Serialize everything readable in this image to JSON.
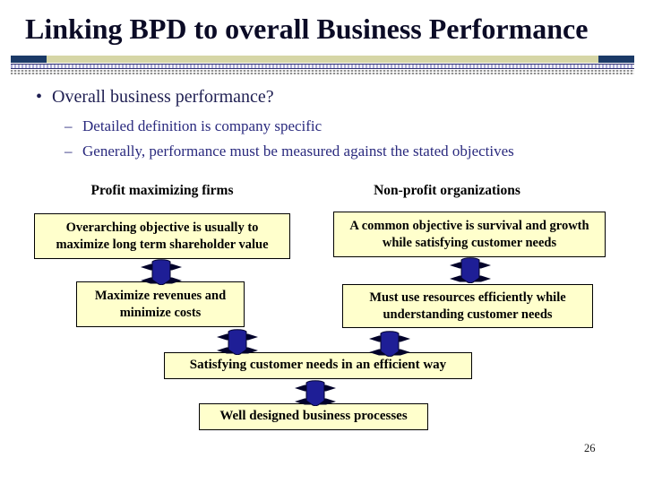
{
  "title": "Linking BPD to overall Business Performance",
  "bullets": {
    "marker_main": "•",
    "main": "Overall business performance?",
    "marker_sub": "–",
    "sub1": "Detailed definition is company specific",
    "sub2": "Generally, performance must be measured against the stated objectives"
  },
  "diagram": {
    "left_header": "Profit maximizing firms",
    "right_header": "Non-profit organizations",
    "left_box1": "Overarching objective is usually to maximize long term shareholder value",
    "right_box1": "A common objective is survival and growth while satisfying customer needs",
    "left_box2": "Maximize revenues and minimize costs",
    "right_box2": "Must use resources efficiently while understanding customer needs",
    "center_box": "Satisfying customer needs in an efficient way",
    "bottom_box": "Well designed business processes"
  },
  "footer": {
    "page_number": "26"
  },
  "colors": {
    "background": "#FFFFFF",
    "box_fill": "#FFFFCC",
    "box_border": "#000000",
    "arrow_fill": "#1E1E96",
    "arrow_dark": "#02022A",
    "tan_bar": "#D6D6A6",
    "navy_block": "#1B3A67",
    "stripe_purple": "#ABABD6",
    "stripe_gray": "#909090",
    "title_color": "#0B0B26",
    "bullet_main_color": "#1F1F52",
    "bullet_sub_color": "#2A2A7E"
  }
}
